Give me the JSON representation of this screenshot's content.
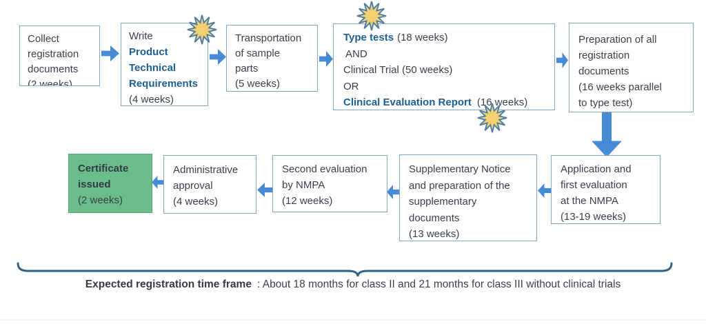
{
  "boxes": {
    "collect": {
      "lines": [
        "Collect",
        "registration",
        "documents",
        "(2 weeks)"
      ]
    },
    "write_ptr": {
      "prefix": "Write",
      "title_lines": [
        "Product",
        "Technical",
        "Requirements"
      ],
      "duration": "(4 weeks)"
    },
    "transport": {
      "lines": [
        "Transportation",
        "of sample",
        "parts",
        "(5 weeks)"
      ]
    },
    "type_tests": {
      "test_name": "Type tests",
      "test_duration": "(18 weeks)",
      "and_label": "AND",
      "clinical_trial": "Clinical Trial (50 weeks)",
      "or_label": "OR",
      "cer_name": "Clinical Evaluation Report",
      "cer_duration": "(16 weeks)"
    },
    "prep_docs": {
      "lines": [
        "Preparation of all",
        "registration",
        "documents",
        "(16 weeks parallel",
        "to type test)"
      ]
    },
    "application": {
      "lines": [
        "Application and",
        "first evaluation",
        "at the NMPA",
        "(13-19 weeks)"
      ]
    },
    "supplementary": {
      "lines": [
        "Supplementary Notice",
        "and preparation of the",
        "supplementary",
        "documents",
        "(13 weeks)"
      ]
    },
    "second_eval": {
      "lines": [
        "Second evaluation",
        "by NMPA",
        "(12 weeks)"
      ]
    },
    "admin": {
      "lines": [
        "Administrative",
        "approval",
        "(4 weeks)"
      ]
    },
    "certificate": {
      "title_lines": [
        "Certificate",
        "issued"
      ],
      "duration": "(2 weeks)"
    }
  },
  "footer": {
    "label_bold": "Expected registration time frame",
    "label_rest": ": About 18 months for class II and 21 months for class III without clinical trials"
  },
  "colors": {
    "arrow_blue": "#478BD6",
    "bold_text_blue": "#1D6091",
    "box_border": "#7FA7C9",
    "certificate_green": "#6BBC8B",
    "star_fill": "#F4D170",
    "star_stroke": "#4C7EA8",
    "brace_blue": "#2E6187",
    "body_text": "#3A414B"
  }
}
